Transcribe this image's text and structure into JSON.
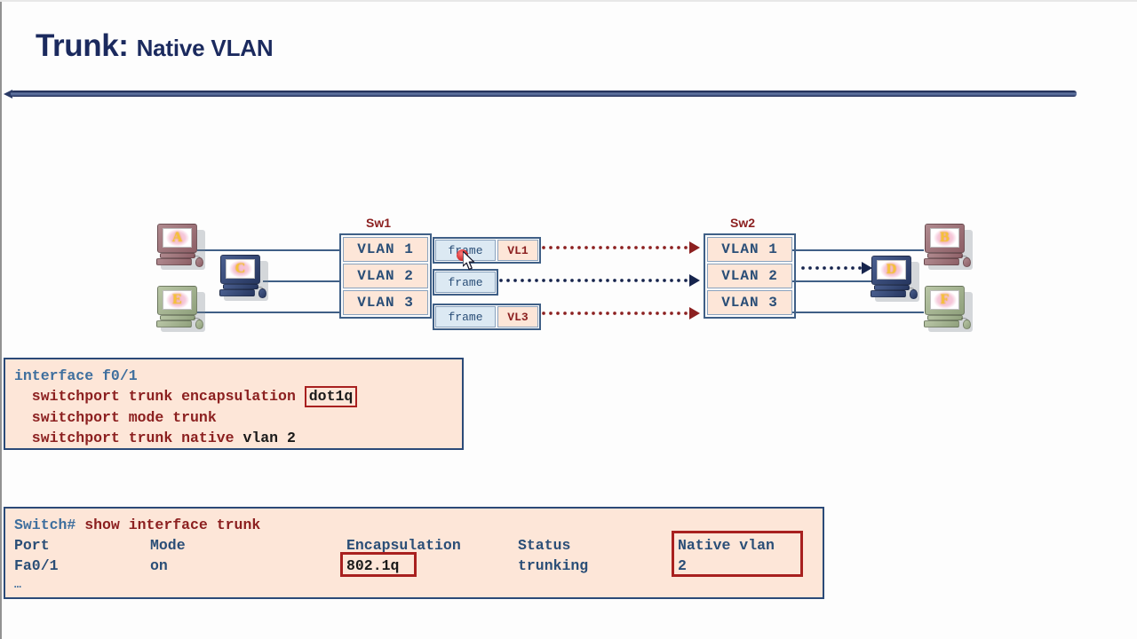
{
  "slide": {
    "title_main": "Trunk:",
    "title_sub": "Native VLAN"
  },
  "diagram": {
    "switch_left_label": "Sw1",
    "switch_right_label": "Sw2",
    "left_switch_ports": [
      "VLAN 1",
      "VLAN 2",
      "VLAN 3"
    ],
    "right_switch_ports": [
      "VLAN 1",
      "VLAN 2",
      "VLAN 3"
    ],
    "frames": [
      {
        "payload": "frame",
        "tag": "VL1",
        "tagged": true,
        "arrow_color": "#8c2020"
      },
      {
        "payload": "frame",
        "tag": "",
        "tagged": false,
        "arrow_color": "#16244d"
      },
      {
        "payload": "frame",
        "tag": "VL3",
        "tagged": true,
        "arrow_color": "#8c2020"
      }
    ],
    "hosts_left": [
      {
        "letter": "A",
        "color": "maroon"
      },
      {
        "letter": "C",
        "color": "blue"
      },
      {
        "letter": "E",
        "color": "green"
      }
    ],
    "hosts_right": [
      {
        "letter": "B",
        "color": "maroon"
      },
      {
        "letter": "D",
        "color": "blue"
      },
      {
        "letter": "F",
        "color": "green"
      }
    ]
  },
  "config_panel": {
    "line1": "interface f0/1",
    "line2_prefix": "  switchport trunk encapsulation ",
    "line2_highlight": "dot1q",
    "line3": "  switchport mode trunk",
    "line4_prefix": "  switchport trunk native ",
    "line4_emphasis": "vlan 2"
  },
  "output_panel": {
    "prompt": "Switch#",
    "command": " show interface trunk",
    "header": {
      "port": "Port",
      "mode": "Mode",
      "encapsulation": "Encapsulation",
      "status": "Status",
      "native_vlan": "Native vlan"
    },
    "row": {
      "port": "Fa0/1",
      "mode": "on",
      "encapsulation": "802.1q",
      "status": "trunking",
      "native_vlan": "2"
    },
    "ellipsis": "…"
  },
  "colors": {
    "accent_navy": "#1b2a5e",
    "panel_border": "#2b4a78",
    "panel_fill": "#fde6d8",
    "highlight_red": "#a8201f",
    "tag_red": "#8c2020",
    "steel": "#2a4e77"
  }
}
